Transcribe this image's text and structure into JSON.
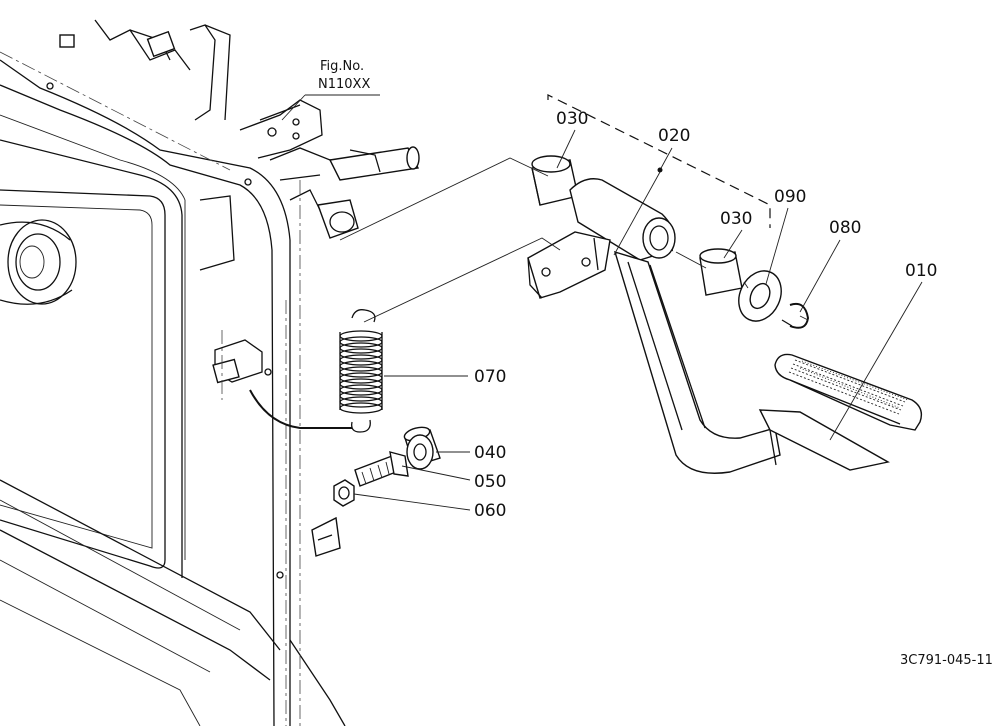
{
  "figure_ref": {
    "line1": "Fig.No.",
    "line2": "N110XX"
  },
  "parts": [
    {
      "id": "010",
      "label": "010"
    },
    {
      "id": "020",
      "label": "020"
    },
    {
      "id": "030a",
      "label": "030"
    },
    {
      "id": "030b",
      "label": "030"
    },
    {
      "id": "040",
      "label": "040"
    },
    {
      "id": "050",
      "label": "050"
    },
    {
      "id": "060",
      "label": "060"
    },
    {
      "id": "070",
      "label": "070"
    },
    {
      "id": "080",
      "label": "080"
    },
    {
      "id": "090",
      "label": "090"
    }
  ],
  "drawing_number": "3C791-045-11"
}
